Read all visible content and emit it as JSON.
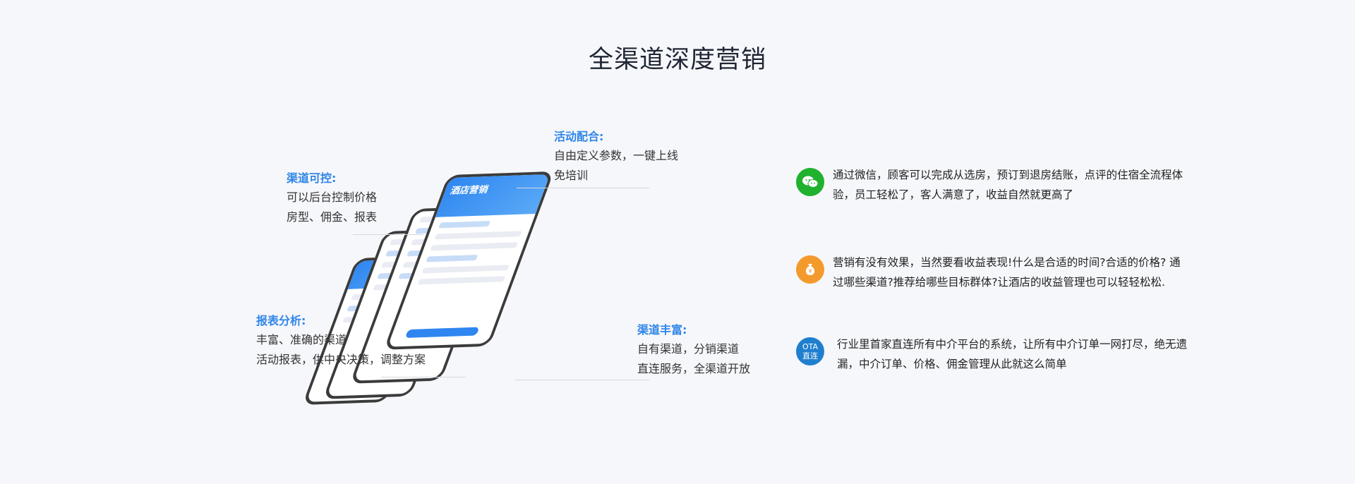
{
  "title": "全渠道深度营销",
  "callouts": {
    "control": {
      "heading": "渠道可控:",
      "lines": [
        "可以后台控制价格",
        "房型、佣金、报表"
      ]
    },
    "activity": {
      "heading": "活动配合:",
      "lines": [
        "自由定义参数，一键上线",
        "免培训"
      ]
    },
    "report": {
      "heading": "报表分析:",
      "lines": [
        "丰富、准确的渠道",
        "活动报表，供中央决策，调整方案"
      ]
    },
    "channels": {
      "heading": "渠道丰富:",
      "lines": [
        "自有渠道，分销渠道",
        "直连服务，全渠道开放"
      ]
    }
  },
  "phone_screen": {
    "title": "酒店营销"
  },
  "features": [
    {
      "icon": "wechat-icon",
      "text": "通过微信，顾客可以完成从选房，预订到退房结账，点评的住宿全流程体验，员工轻松了，客人满意了，收益自然就更高了"
    },
    {
      "icon": "money-bag-icon",
      "text": "营销有没有效果，当然要看收益表现!什么是合适的时间?合适的价格? 通过哪些渠道?推荐给哪些目标群体?让酒店的收益管理也可以轻轻松松."
    },
    {
      "icon": "ota-icon",
      "icon_label": [
        "OTA",
        "直连"
      ],
      "text": "行业里首家直连所有中介平台的系统，让所有中介订单一网打尽，绝无遗漏，中介订单、价格、佣金管理从此就这么简单"
    }
  ],
  "colors": {
    "accent": "#2f86e8",
    "wechat": "#20b12f",
    "money": "#f49a2d",
    "ota": "#1f7fcf"
  }
}
